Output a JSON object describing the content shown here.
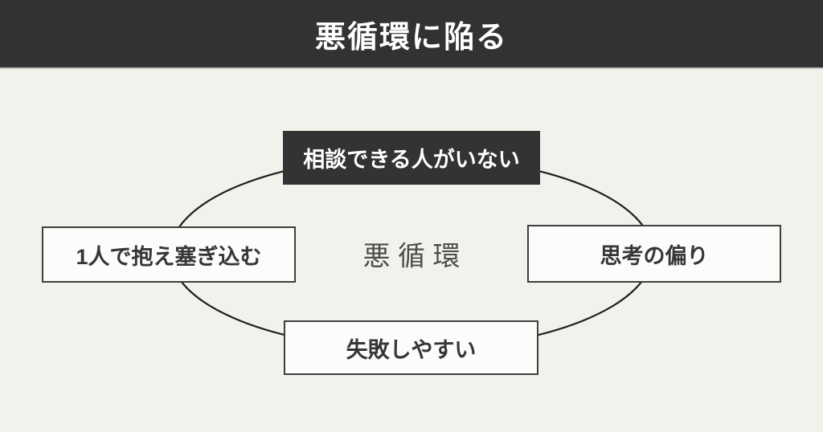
{
  "header": {
    "title": "悪循環に陥る"
  },
  "diagram": {
    "center_label": "悪循環",
    "nodes": [
      {
        "id": "no-one-to-consult",
        "label": "相談できる人がいない",
        "style": "dark",
        "position": "top"
      },
      {
        "id": "bottle-up-alone",
        "label": "1人で抱え塞ぎ込む",
        "style": "light",
        "position": "left"
      },
      {
        "id": "biased-thinking",
        "label": "思考の偏り",
        "style": "light",
        "position": "right"
      },
      {
        "id": "prone-to-failure",
        "label": "失敗しやすい",
        "style": "light",
        "position": "bottom"
      }
    ],
    "cycle_shape": "ellipse"
  },
  "colors": {
    "header_bg": "#323232",
    "body_bg": "#f2f1ec",
    "node_dark_bg": "#333333",
    "node_light_bg": "#fcfcfb",
    "node_border": "#3e3e3e",
    "node_text_dark": "#363636",
    "node_text_light": "#ffffff",
    "center_text": "#4d4d4d",
    "cycle_line": "#1e1e1e"
  }
}
